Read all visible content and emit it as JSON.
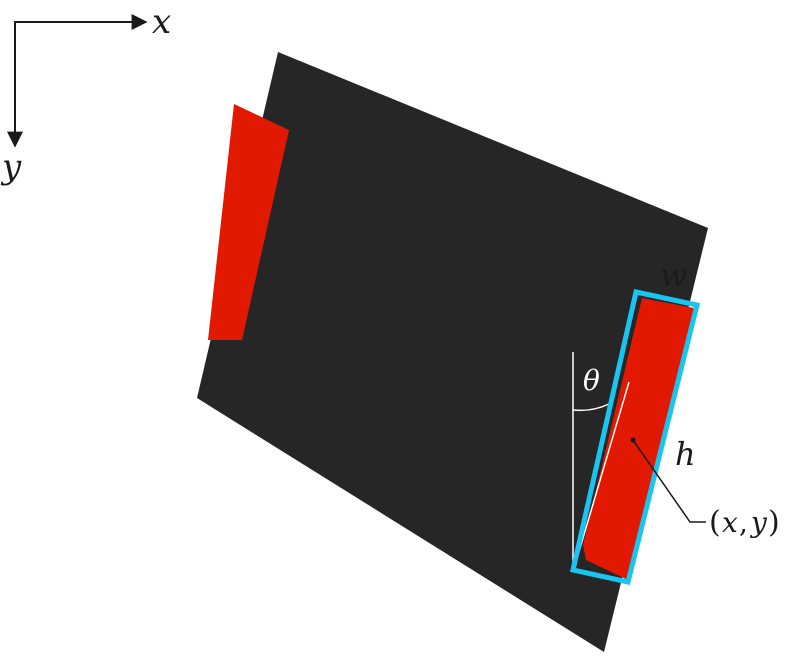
{
  "axes": {
    "x_label": "x",
    "y_label": "y"
  },
  "labels": {
    "width": "w",
    "height": "h",
    "angle": "θ",
    "center_open": "(",
    "center_x": "x",
    "center_comma": ",",
    "center_y": "y",
    "center_close": ")"
  },
  "colors": {
    "board": "#262626",
    "grasp_region": "#e11900",
    "bounding_box": "#18c4f0",
    "axis": "#1a1a1a",
    "reference_line": "#ffffff"
  }
}
